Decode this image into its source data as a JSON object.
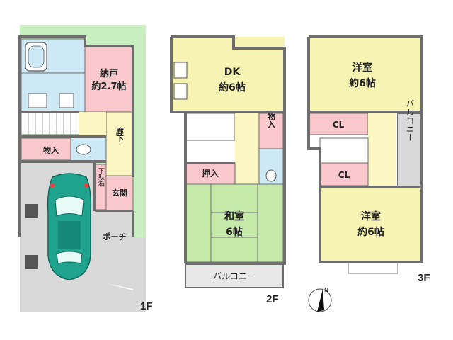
{
  "floors": {
    "f1": "1F",
    "f2": "2F",
    "f3": "3F"
  },
  "rooms": {
    "storage_1f": {
      "name": "納戸",
      "size": "約2.7帖"
    },
    "closet_1f": "物入",
    "hallway": "廊下",
    "shoe_box": "下駄箱",
    "entrance": "玄関",
    "porch": "ポーチ",
    "dk": {
      "name": "DK",
      "size": "約6帖"
    },
    "closet_2f": "物入",
    "oshiire": "押入",
    "washitsu": {
      "name": "和室",
      "size": "6帖"
    },
    "balcony_2f": "バルコニー",
    "yoshitsu_top": {
      "name": "洋室",
      "size": "約6帖"
    },
    "cl_top": "CL",
    "cl_bottom": "CL",
    "balcony_3f": "バルコニー",
    "yoshitsu_bottom": {
      "name": "洋室",
      "size": "約6帖"
    }
  },
  "compass": {
    "label": "N"
  },
  "colors": {
    "wall": "#6e6e6e",
    "garden": "#c8efc0",
    "parking": "#d9d9d9",
    "storage": "#f8c8cc",
    "bath": "#cde9f6",
    "hall": "#fbf6c2",
    "dk": "#f7f3b3",
    "washitsu": "#c4e9a8",
    "car": "#1fa38f"
  }
}
